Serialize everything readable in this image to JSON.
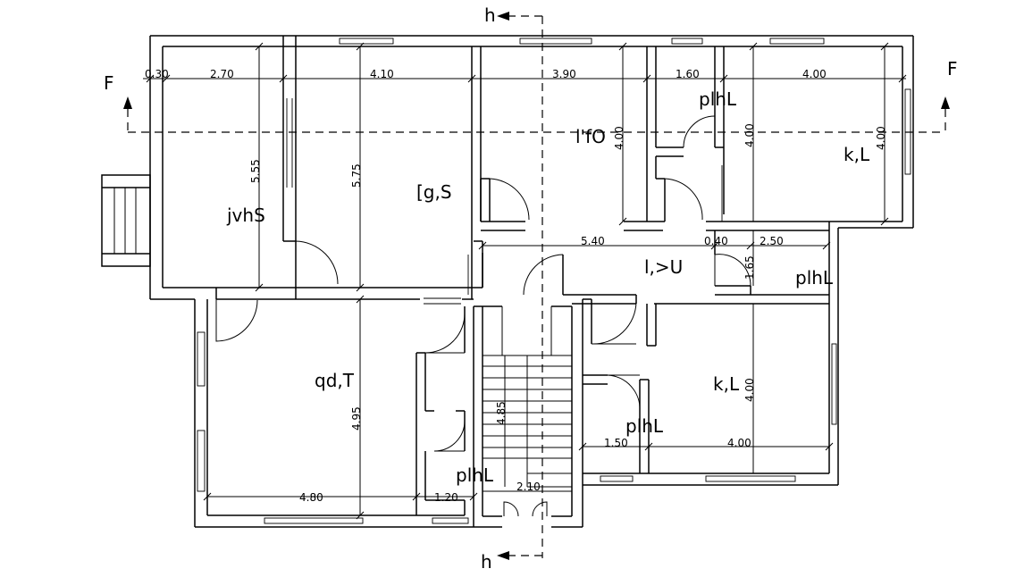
{
  "rooms": {
    "jvhs": "jvhS",
    "gs": "[g,S",
    "rfo": "l'fO",
    "plhl_top": "plhL",
    "kl_top": "k,L",
    "lu": "l,>U",
    "plhl_mid": "plhL",
    "qdt": "qd,T",
    "kl_bottom": "k,L",
    "plhl_lower": "plhL",
    "plhl_stair": "plhL"
  },
  "dims": {
    "d030": "0.30",
    "d270": "2.70",
    "d410": "4.10",
    "d390": "3.90",
    "d160": "1.60",
    "d400a": "4.00",
    "d555": "5.55",
    "d575": "5.75",
    "d400b": "4.00",
    "d400c": "4.00",
    "d400d": "4.00",
    "d540": "5.40",
    "d040": "0.40",
    "d250": "2.50",
    "d165": "1.65",
    "d495": "4.95",
    "d485": "4.85",
    "d400e": "4.00",
    "d150": "1.50",
    "d400f": "4.00",
    "d480": "4.80",
    "d120": "1.20",
    "d210": "2.10"
  },
  "markers": {
    "section_top": "h",
    "section_bottom": "h",
    "section_left": "F",
    "section_right": "F"
  }
}
